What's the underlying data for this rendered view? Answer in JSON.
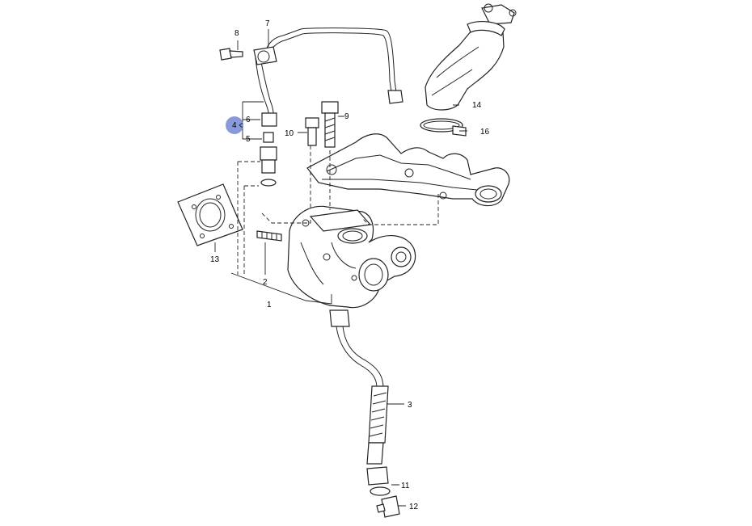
{
  "diagram": {
    "callouts": {
      "c1": "1",
      "c2": "2",
      "c3": "3",
      "c4": "4",
      "c5": "5",
      "c6": "6",
      "c7": "7",
      "c8": "8",
      "c9": "9",
      "c10": "10",
      "c11": "11",
      "c12": "12",
      "c13": "13",
      "c14": "14",
      "c16": "16"
    },
    "highlight_color": "#7b8fd6",
    "line_color": "#222222"
  }
}
